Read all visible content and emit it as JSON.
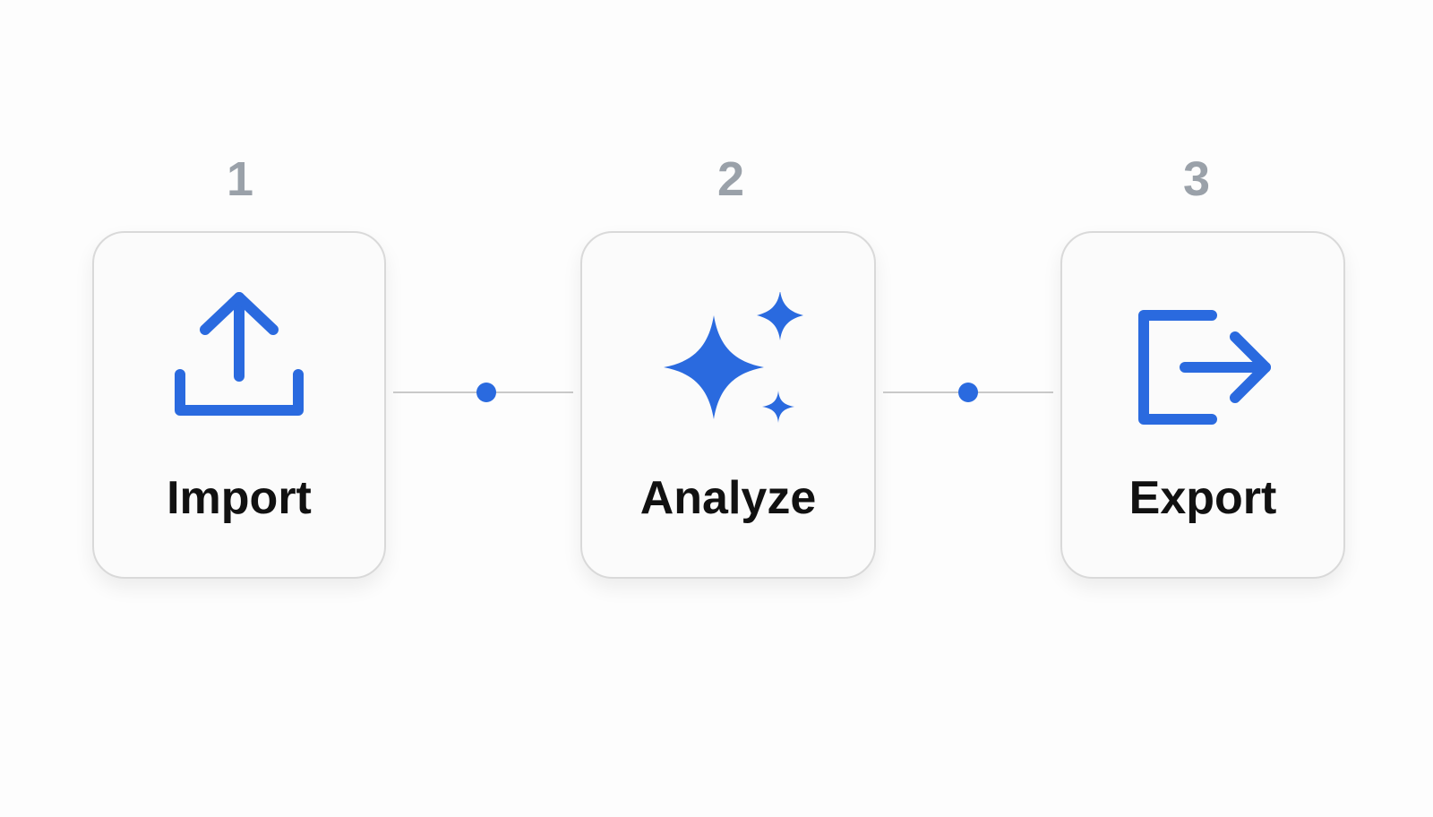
{
  "accent_color": "#2a6adf",
  "steps": [
    {
      "number": "1",
      "label": "Import",
      "icon": "upload-icon"
    },
    {
      "number": "2",
      "label": "Analyze",
      "icon": "sparkles-icon"
    },
    {
      "number": "3",
      "label": "Export",
      "icon": "exit-arrow-icon"
    }
  ]
}
